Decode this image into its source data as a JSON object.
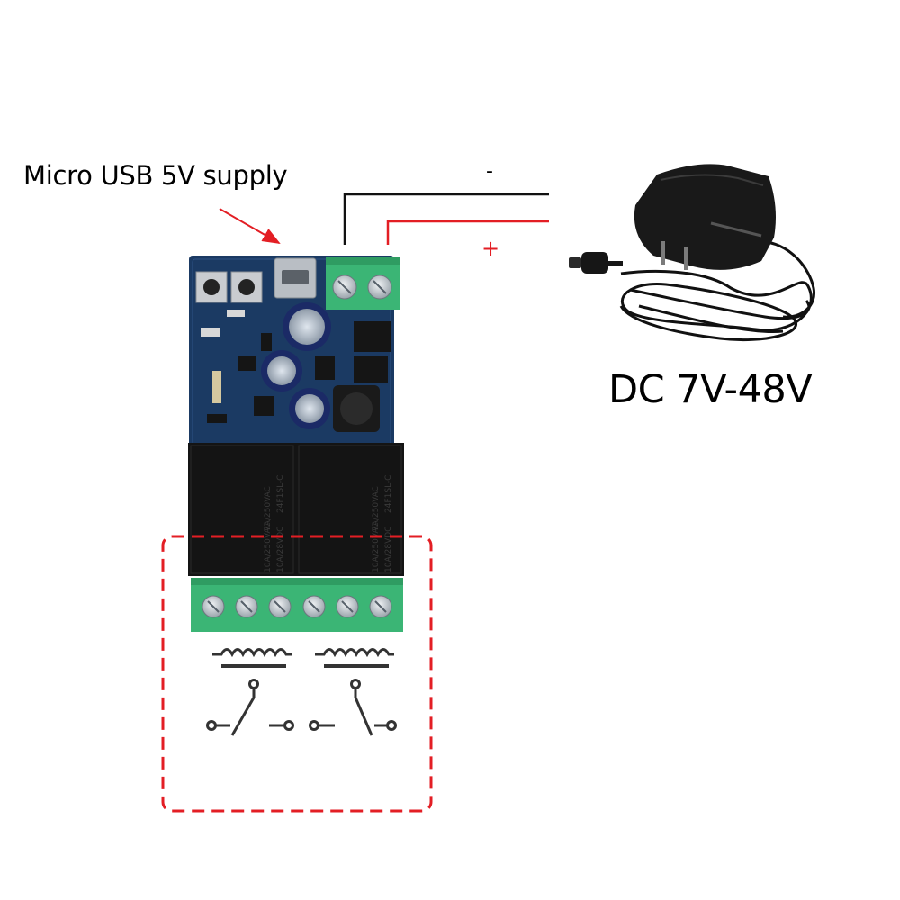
{
  "labels": {
    "usb_supply": "Micro USB 5V supply",
    "negative": "-",
    "positive": "+",
    "voltage_range": "DC 7V-48V"
  },
  "relays": [
    {
      "rating_line_1": "7A/250VAC",
      "rating_line_2": "24F1SL-C",
      "rating_line_3": "10A/250VAC",
      "rating_line_4": "10A/28VDC"
    },
    {
      "rating_line_1": "7A/250VAC",
      "rating_line_2": "24F1SL-C",
      "rating_line_3": "10A/250VAC",
      "rating_line_4": "10A/28VDC"
    }
  ],
  "colors": {
    "pcb": "#1b3a63",
    "terminal": "#3bb575",
    "accent_red": "#e31e24",
    "wire_black": "#111111",
    "relay_body": "#141414"
  },
  "icons": [
    "relay-coil-icon",
    "relay-switch-icon",
    "power-adapter-icon",
    "arrow-icon"
  ]
}
